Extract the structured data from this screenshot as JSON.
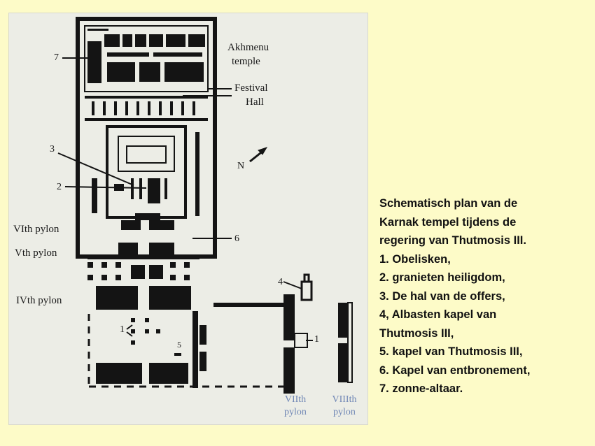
{
  "plan": {
    "labels": {
      "akhmenu_line1": "Akhmenu",
      "akhmenu_line2": "temple",
      "festival_line1": "Festival",
      "festival_line2": "Hall",
      "north": "N",
      "n7": "7",
      "n3": "3",
      "n2": "2",
      "n6": "6",
      "n4": "4",
      "n1_left": "1",
      "n1_right": "1",
      "n5": "5",
      "pylon6": "VIth pylon",
      "pylon5": "Vth pylon",
      "pylon4": "IVth pylon",
      "pylon7_line1": "VIIth",
      "pylon7_line2": "pylon",
      "pylon8_line1": "VIIIth",
      "pylon8_line2": "pylon"
    }
  },
  "caption": {
    "lines": [
      "Schematisch plan van de",
      "Karnak tempel tijdens de",
      "regering van Thutmosis III.",
      "1. Obelisken,",
      "2. granieten heiligdom,",
      "3. De hal van de offers,",
      "4, Albasten kapel van",
      "Thutmosis III,",
      "5. kapel van Thutmosis  III,",
      "6. Kapel van entbronement,",
      "7. zonne-altaar."
    ]
  },
  "colors": {
    "background": "#fdfbc8",
    "plan_ink": "#141414",
    "pylon_label": "#6f86b5"
  }
}
